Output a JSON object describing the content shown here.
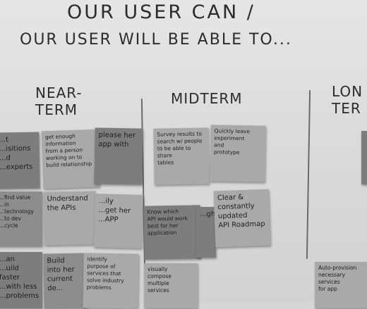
{
  "title": {
    "line1": "OUR USER CAN /",
    "line2": "OUR USER WILL BE ABLE TO..."
  },
  "columns": {
    "near": "NEAR-\nTERM",
    "mid": "MIDTERM",
    "long": "LON\nTER"
  },
  "notes": {
    "n1": "...t\n...isitions\n...d\n...experts",
    "n2": "get enough\ninformation\nfrom a person\nworking on to\nbuild relationship",
    "n3": "please her\napp with",
    "n4": "...find value\n...in\n...technology\n...to dev\n...cycle",
    "n5": "Understand\nthe APIs",
    "n6": "...ily\n...get her\n...APP",
    "n7": "...an\n...uild faster\n...with less\n...problems",
    "n8": "Build\ninto her\ncurrent de...",
    "n9": "identify\npurpose of\nservices that\nsolve industry\nproblems",
    "n10": "Survey results to\nsearch w/ people\nto be able to share\ntables",
    "n11": "Quickly leave\nexperiment\nand\nprototype",
    "n12": "Know which\nAPI would work\nbest for her\napplication",
    "n13": "...ght",
    "n14": "Clear &\nconstantly\nupdated\nAPI Roadmap",
    "n15": "visually\ncompose\nmultiple\nservices",
    "n16": "Auto-provision\nnecessary\nservices\nfor app"
  }
}
